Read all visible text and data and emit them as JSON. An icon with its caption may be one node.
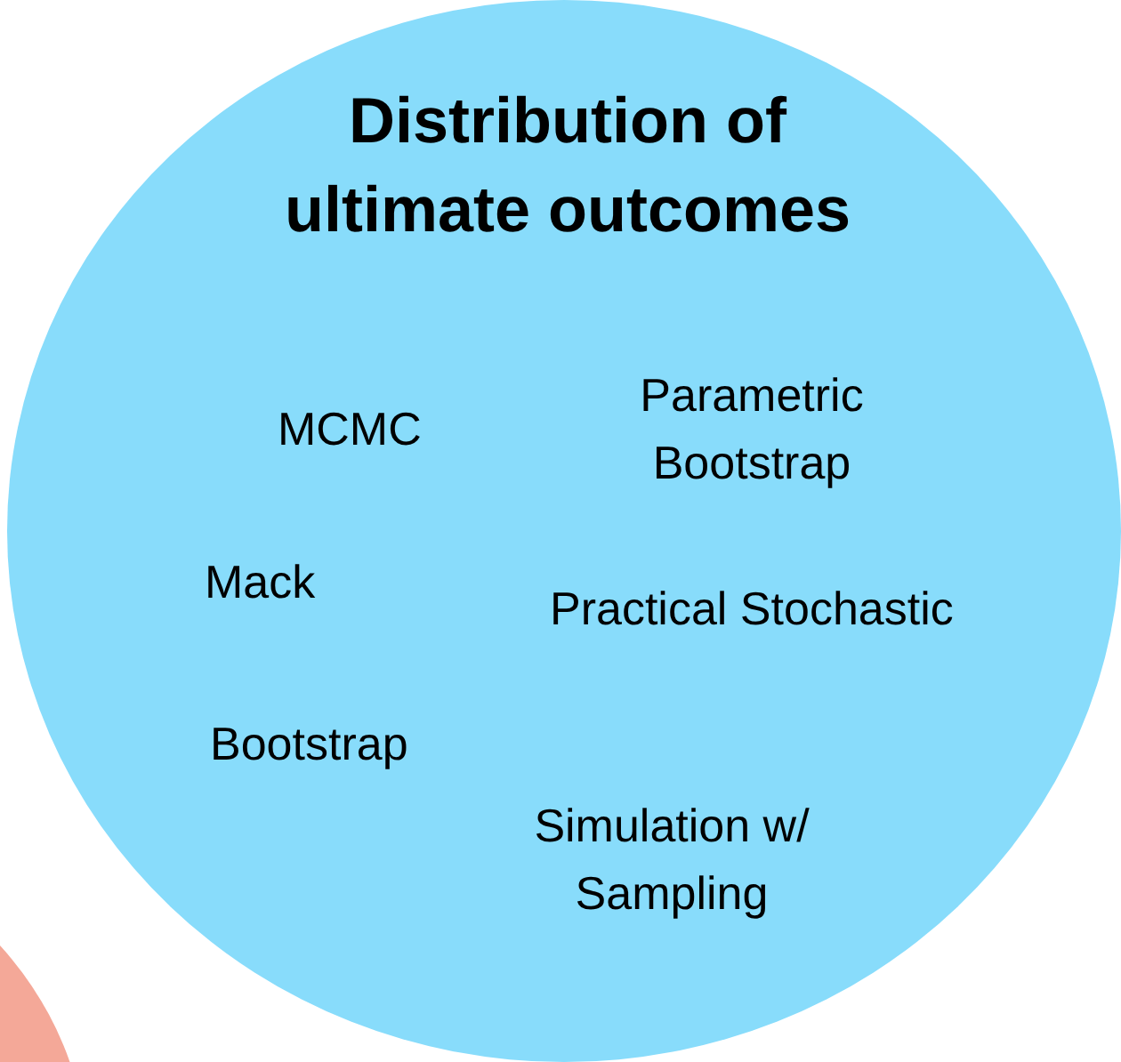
{
  "diagram": {
    "nodes": [
      {
        "text": [],
        "shape": "circle"
      },
      {
        "text": [
          "Distribution of ultimate outcomes"
        ]
      }
    ],
    "edges": [],
    "labels": [
      "Parametric Bootstrap",
      "MCMC",
      "Mack",
      "Practical Stochastic",
      "Bootstrap",
      "Simulation w/ Sampling"
    ]
  }
}
